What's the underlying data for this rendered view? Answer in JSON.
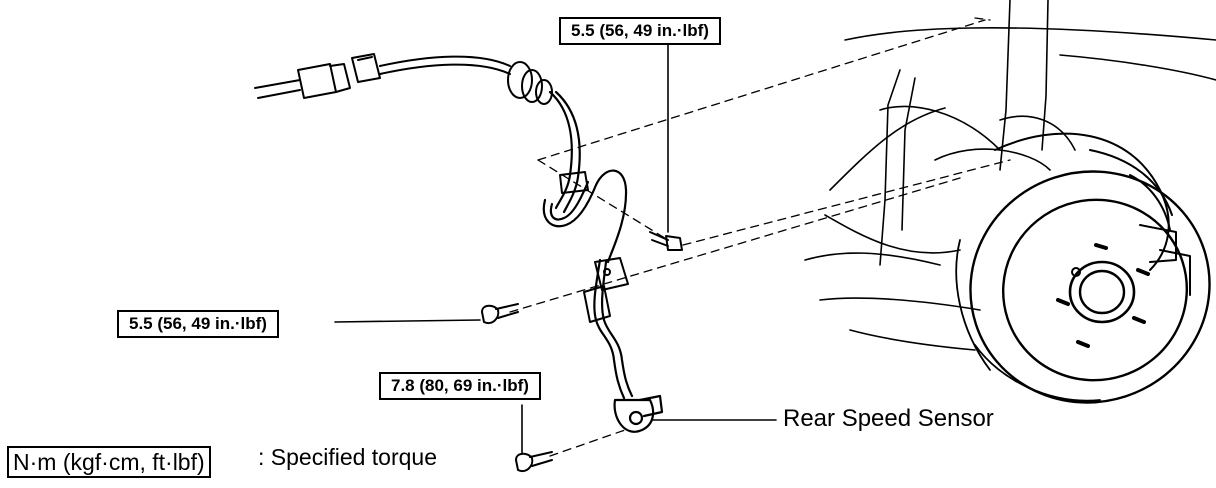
{
  "torque_labels": {
    "top": "5.5 (56, 49 in.·lbf)",
    "middle": "5.5 (56, 49 in.·lbf)",
    "bottom": "7.8 (80, 69 in.·lbf)"
  },
  "part_callout": "Rear Speed Sensor",
  "legend": {
    "unit_box": "N·m (kgf·cm, ft·lbf)",
    "description": ": Specified torque"
  }
}
